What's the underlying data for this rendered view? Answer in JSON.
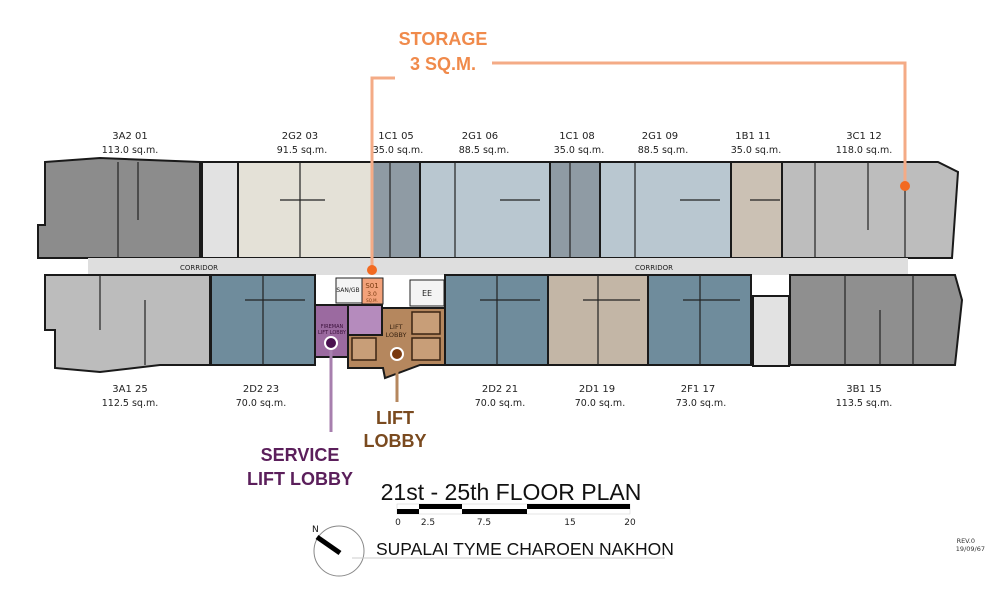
{
  "callouts": {
    "storage": {
      "line1": "STORAGE",
      "line2": "3 SQ.M.",
      "color": "#f08a4b"
    },
    "service_lift_lobby": {
      "line1": "SERVICE",
      "line2": "LIFT LOBBY",
      "color": "#5b1f5b"
    },
    "lift_lobby": {
      "line1": "LIFT",
      "line2": "LOBBY",
      "color": "#7a4a1f"
    }
  },
  "units_top": [
    {
      "code": "3A2 01",
      "area": "113.0 sq.m.",
      "color": "#8c8c8c"
    },
    {
      "code": "2G2 03",
      "area": "91.5 sq.m.",
      "color": "#e4e1d7"
    },
    {
      "code": "1C1 05",
      "area": "35.0 sq.m.",
      "color": "#8f9ba4"
    },
    {
      "code": "2G1 06",
      "area": "88.5 sq.m.",
      "color": "#b9c7d0"
    },
    {
      "code": "1C1 08",
      "area": "35.0 sq.m.",
      "color": "#8f9ba4"
    },
    {
      "code": "2G1 09",
      "area": "88.5 sq.m.",
      "color": "#b9c7d0"
    },
    {
      "code": "1B1 11",
      "area": "35.0 sq.m.",
      "color": "#cbc1b4"
    },
    {
      "code": "3C1 12",
      "area": "118.0 sq.m.",
      "color": "#bdbdbd"
    }
  ],
  "units_bottom": [
    {
      "code": "3A1 25",
      "area": "112.5 sq.m.",
      "color": "#bcbcbc"
    },
    {
      "code": "2D2 23",
      "area": "70.0 sq.m.",
      "color": "#6f8c9c"
    },
    {
      "code": "2D2 21",
      "area": "70.0 sq.m.",
      "color": "#6f8c9c"
    },
    {
      "code": "2D1 19",
      "area": "70.0 sq.m.",
      "color": "#c3b6a6"
    },
    {
      "code": "2F1 17",
      "area": "73.0 sq.m.",
      "color": "#6f8c9c"
    },
    {
      "code": "3B1 15",
      "area": "113.5 sq.m.",
      "color": "#8f8f8f"
    }
  ],
  "rooms": {
    "corridor": "CORRIDOR",
    "san_gb": "SAN/GB",
    "storage_code": "S01",
    "storage_area": "3.0",
    "storage_unit": "SQ.M.",
    "ee": "EE",
    "fireman_lift_lobby_1": "FIREMAN",
    "fireman_lift_lobby_2": "LIFT LOBBY",
    "lift_lobby_1": "LIFT",
    "lift_lobby_2": "LOBBY"
  },
  "title": "21st - 25th FLOOR PLAN",
  "scale_bar": {
    "ticks": [
      "0",
      "2.5",
      "7.5",
      "15",
      "20"
    ]
  },
  "compass": {
    "label": "N"
  },
  "project_name": "SUPALAI TYME CHAROEN NAKHON",
  "revision": {
    "rev": "REV.0",
    "date": "19/09/67"
  }
}
